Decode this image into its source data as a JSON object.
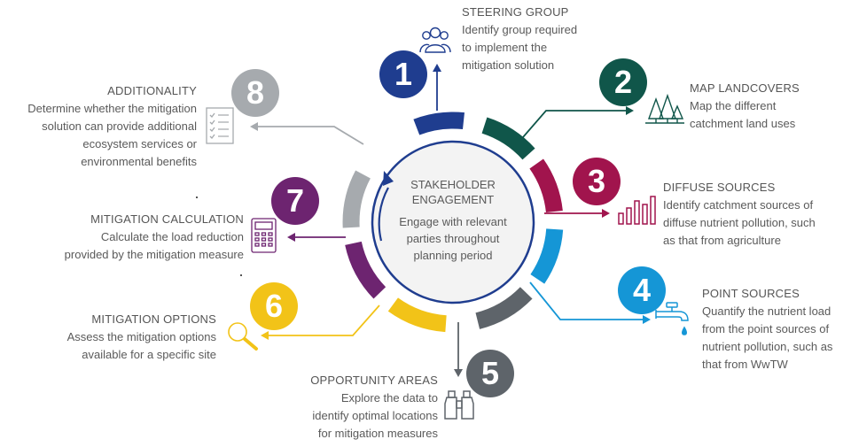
{
  "center": {
    "title": "STAKEHOLDER\nENGAGEMENT",
    "description": "Engage with relevant\nparties throughout\nplanning period"
  },
  "steps": [
    {
      "number": "1",
      "title": "STEERING GROUP",
      "description": "Identify group required\nto implement the\nmitigation solution",
      "color": "#1f3d8f",
      "icon": "people-icon"
    },
    {
      "number": "2",
      "title": "MAP LANDCOVERS",
      "description": "Map the different\ncatchment land uses",
      "color": "#10564a",
      "icon": "trees-icon"
    },
    {
      "number": "3",
      "title": "DIFFUSE SOURCES",
      "description": "Identify catchment sources of\ndiffuse nutrient pollution, such\nas that from agriculture",
      "color": "#a1144d",
      "icon": "bar-chart-icon"
    },
    {
      "number": "4",
      "title": "POINT SOURCES",
      "description": "Quantify the nutrient load\nfrom the point sources of\nnutrient pollution, such as\nthat from WwTW",
      "color": "#1596d6",
      "icon": "tap-icon"
    },
    {
      "number": "5",
      "title": "OPPORTUNITY AREAS",
      "description": "Explore the data to\nidentify optimal locations\nfor mitigation measures",
      "color": "#5e646a",
      "icon": "binoculars-icon"
    },
    {
      "number": "6",
      "title": "MITIGATION OPTIONS",
      "description": "Assess the mitigation options\navailable for a specific site",
      "color": "#f2c318",
      "icon": "magnifier-icon"
    },
    {
      "number": "7",
      "title": "MITIGATION CALCULATION",
      "description": "Calculate the load reduction\nprovided by the mitigation measure",
      "color": "#6d2470",
      "icon": "calculator-icon"
    },
    {
      "number": "8",
      "title": "ADDITIONALITY",
      "description": "Determine whether the mitigation\nsolution can provide additional\necosystem services or\nenvironmental benefits",
      "color": "#a6aaae",
      "icon": "checklist-icon"
    }
  ],
  "colors": {
    "inner_ring": "#1f3d8f",
    "text": "#5a5a5a",
    "center_fill": "#f3f3f3"
  }
}
